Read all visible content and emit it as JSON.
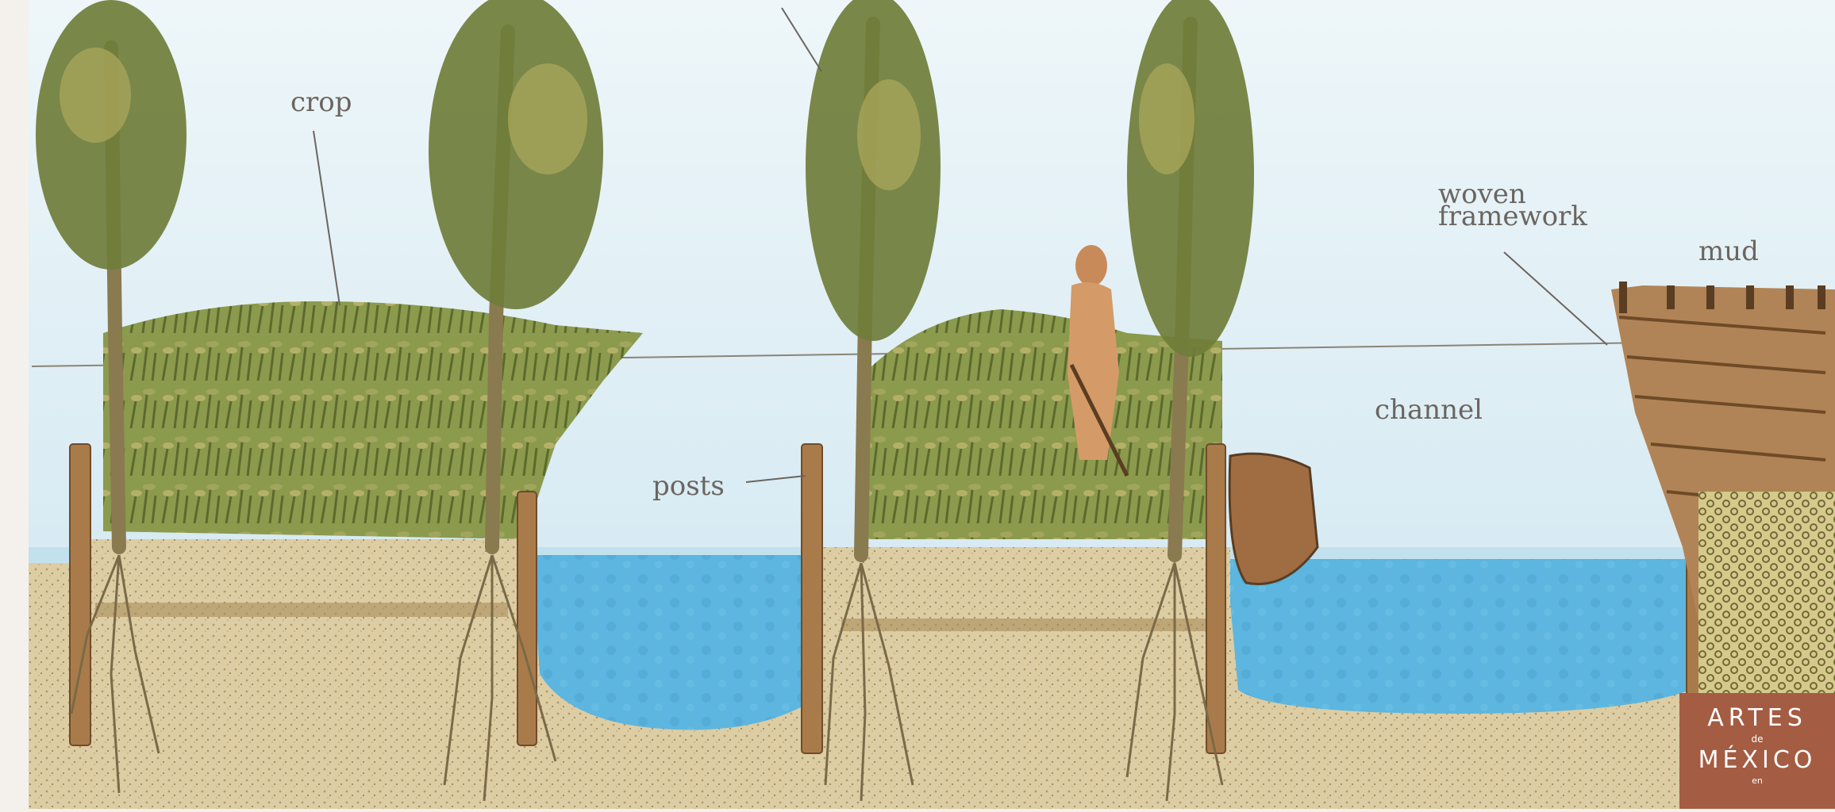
{
  "labels": {
    "crop": "crop",
    "posts": "posts",
    "woven_framework": "woven\nframework",
    "mud": "mud",
    "channel": "channel"
  },
  "logo": {
    "line1": "ARTES",
    "line2": "de",
    "line3": "MÉXICO",
    "line4": "en"
  },
  "colors": {
    "sky": "#cfe6f1",
    "water": "#5ab4de",
    "soil": "#d9c79a",
    "foliage": "#7d8a44",
    "trunk": "#a97b4b",
    "logo_bg": "#a45c42"
  }
}
